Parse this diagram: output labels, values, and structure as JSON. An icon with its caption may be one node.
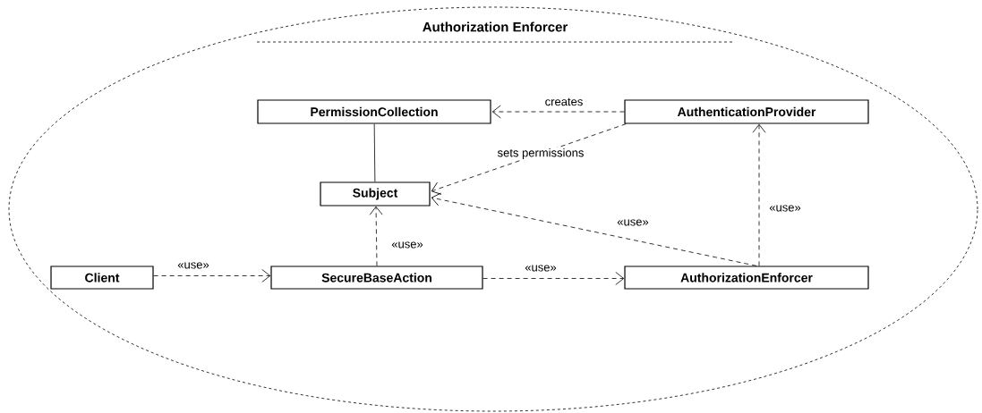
{
  "diagram": {
    "nodes": [
      {
        "text": [
          "Authorization Enforcer"
        ]
      },
      {
        "text": [
          "PermissionCollection"
        ],
        "in": 0
      },
      {
        "text": [
          "AuthenticationProvider"
        ],
        "in": 0
      },
      {
        "text": [
          "Subject"
        ],
        "in": 0
      },
      {
        "text": [
          "Client"
        ],
        "in": 0
      },
      {
        "text": [
          "SecureBaseAction"
        ],
        "in": 0
      },
      {
        "text": [
          "AuthorizationEnforcer"
        ],
        "in": 0
      }
    ],
    "edges": [
      {
        "from": 2,
        "to": 1,
        "arrow": "to",
        "style": "dashed",
        "label": "creates"
      },
      {
        "from": 2,
        "to": 3,
        "arrow": "to",
        "style": "dashed",
        "label": "sets permissions"
      },
      {
        "from": 6,
        "to": 3,
        "arrow": "to",
        "style": "dashed",
        "label": "«use»"
      },
      {
        "from": 6,
        "to": 2,
        "arrow": "to",
        "style": "dashed",
        "label": "«use»"
      },
      {
        "from": 5,
        "to": 3,
        "arrow": "to",
        "style": "dashed",
        "label": "«use»"
      },
      {
        "from": 4,
        "to": 5,
        "arrow": "to",
        "style": "dashed",
        "label": "«use»"
      },
      {
        "from": 5,
        "to": 6,
        "arrow": "to",
        "style": "dashed",
        "label": "«use»"
      },
      {
        "from": 1,
        "to": 3,
        "arrow": "none"
      }
    ]
  }
}
